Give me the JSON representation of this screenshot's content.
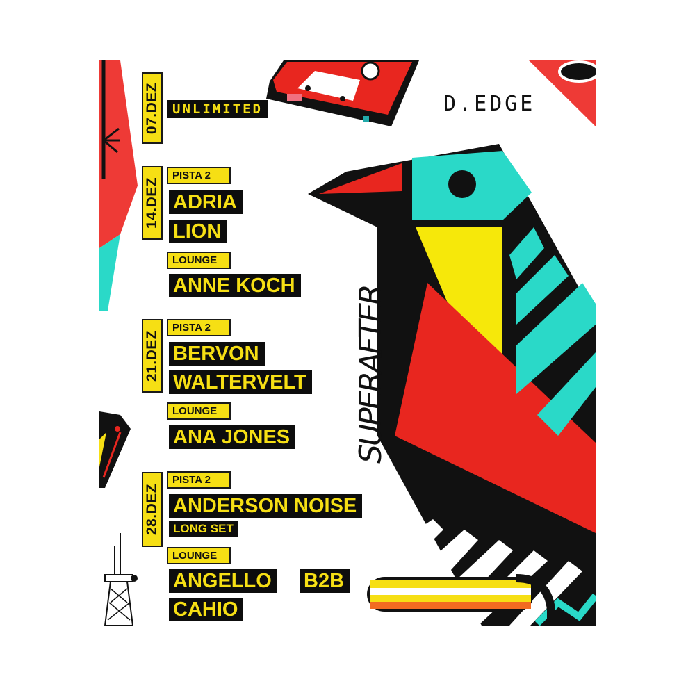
{
  "brand": {
    "logo": "D.EDGE",
    "series": "SUPERAFTER",
    "header_tag": "UNLIMITED"
  },
  "colors": {
    "yellow": "#f6df14",
    "black": "#0d0d0d",
    "red": "#e8261f",
    "teal": "#2ad9c8",
    "white": "#ffffff"
  },
  "events": [
    {
      "date": "07.DEZ",
      "header": "UNLIMITED"
    },
    {
      "date": "14.DEZ",
      "stages": [
        {
          "label": "PISTA 2",
          "artists": [
            "ADRIA",
            "LION"
          ]
        },
        {
          "label": "LOUNGE",
          "artists": [
            "ANNE KOCH"
          ]
        }
      ]
    },
    {
      "date": "21.DEZ",
      "stages": [
        {
          "label": "PISTA 2",
          "artists": [
            "BERVON",
            "WALTERVELT"
          ]
        },
        {
          "label": "LOUNGE",
          "artists": [
            "ANA JONES"
          ]
        }
      ]
    },
    {
      "date": "28.DEZ",
      "stages": [
        {
          "label": "PISTA 2",
          "artists": [
            "ANDERSON NOISE"
          ],
          "note": "LONG SET"
        },
        {
          "label": "LOUNGE",
          "artists": [
            "ANGELLO",
            "B2B",
            "CAHIO"
          ]
        }
      ]
    }
  ],
  "icons": [
    "cassette-tape-icon",
    "bird-illustration",
    "radio-tower-icon",
    "pipe-icon",
    "disc-icon"
  ]
}
